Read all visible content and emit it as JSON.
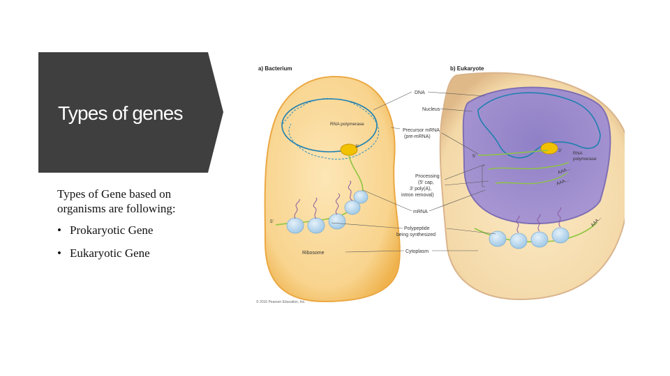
{
  "slide": {
    "title": "Types of genes",
    "intro": "Types of Gene based on organisms are following:",
    "bullets": [
      "Prokaryotic Gene",
      "Eukaryotic Gene"
    ]
  },
  "figure": {
    "panel_a": "a) Bacterium",
    "panel_b": "b) Eukaryote",
    "labels": {
      "dna": "DNA",
      "nucleus": "Nucleus",
      "precursor": [
        "Precursor mRNA",
        "(pre-mRNA)"
      ],
      "processing": [
        "Processing",
        "(5′ cap,",
        "3′ poly(A),",
        "intron removal)"
      ],
      "mrna": "mRNA",
      "polypeptide": [
        "Polypeptide",
        "being synthesized"
      ],
      "cytoplasm": "Cytoplasm",
      "rna_pol_bact": "RNA polymerase",
      "rna_pol_euk": [
        "RNA",
        "polymerase"
      ],
      "ribosome": "Ribosome",
      "three_prime": "3′",
      "five_prime": "5′",
      "poly_a": "AAA..."
    },
    "copyright": "© 2010 Pearson Education, Inc."
  },
  "colors": {
    "title_panel": "#3f3f3f",
    "cell_bacterium": "#f6c770",
    "cytoplasm_euk": "#f7dca4",
    "nucleus": "#9d8ac9",
    "dna_strand": "#1f7fb0",
    "mrna_strand": "#8cc63f",
    "ribosome": "#b9d8ee"
  }
}
